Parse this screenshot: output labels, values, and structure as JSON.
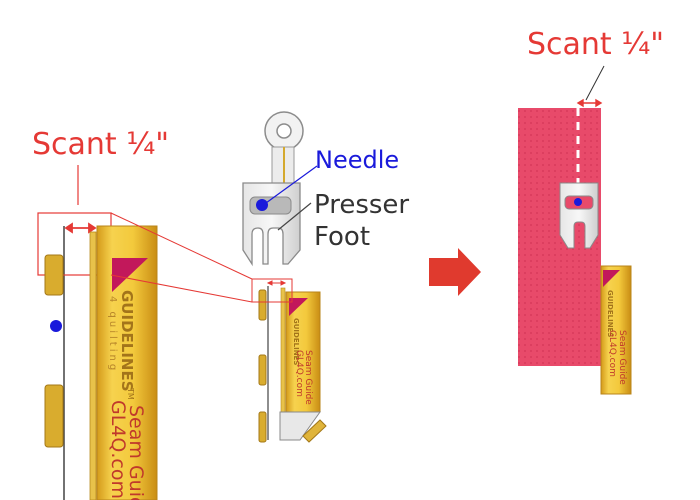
{
  "left_detail": {
    "label": "Scant ¼\"",
    "brand": "GUIDELINES",
    "trademark": "TM",
    "brand_sub": "4 quilting",
    "product": "Seam Guide",
    "site": "GL4Q.com"
  },
  "middle": {
    "needle_label": "Needle",
    "presser_label_line1": "Presser",
    "presser_label_line2": "Foot",
    "brand": "GUIDELINES",
    "product": "Seam Guide",
    "site": "GL4Q.com"
  },
  "right": {
    "label": "Scant ¼\"",
    "brand": "GUIDELINES",
    "product": "Seam Guide",
    "site": "GL4Q.com"
  },
  "colors": {
    "annotation_red": "#e53935",
    "needle_blue": "#1a1adb",
    "fabric_pink": "#e84a6a",
    "guide_gold": "#e8b830",
    "arrow_red": "#e03a2e"
  }
}
